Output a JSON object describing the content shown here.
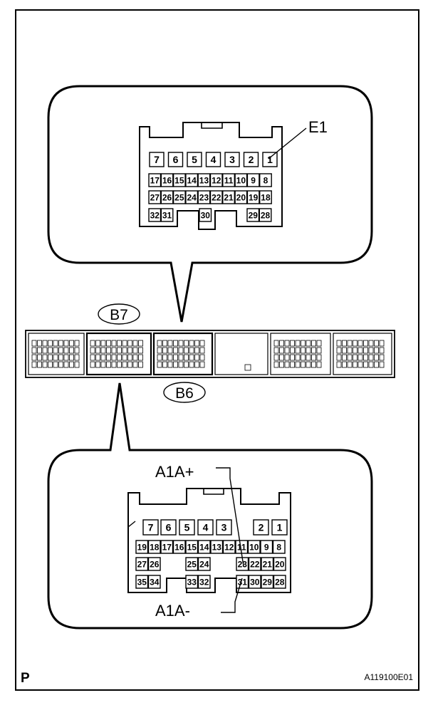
{
  "e1_label": "E1",
  "b7_label": "B7",
  "b6_label": "B6",
  "a1a_plus": "A1A+",
  "a1a_minus": "A1A-",
  "corner_letter": "P",
  "figure_id": "A119100E01",
  "top_connector": {
    "rows": [
      [
        "7",
        "6",
        "5",
        "4",
        "3",
        "2",
        "1"
      ],
      [
        "17",
        "16",
        "15",
        "14",
        "13",
        "12",
        "11",
        "10",
        "9",
        "8"
      ],
      [
        "27",
        "26",
        "25",
        "24",
        "23",
        "22",
        "21",
        "20",
        "19",
        "18"
      ],
      [
        "32",
        "31",
        "30",
        "29",
        "28"
      ]
    ]
  },
  "bottom_connector": {
    "rows": [
      [
        "7",
        "6",
        "5",
        "4",
        "3",
        "2",
        "1"
      ],
      [
        "19",
        "18",
        "17",
        "16",
        "15",
        "14",
        "13",
        "12",
        "11",
        "10",
        "9",
        "8"
      ],
      [
        "27",
        "26",
        "25",
        "24",
        "23",
        "22",
        "21",
        "20"
      ],
      [
        "35",
        "34",
        "33",
        "32",
        "31",
        "30",
        "29",
        "28"
      ]
    ]
  }
}
